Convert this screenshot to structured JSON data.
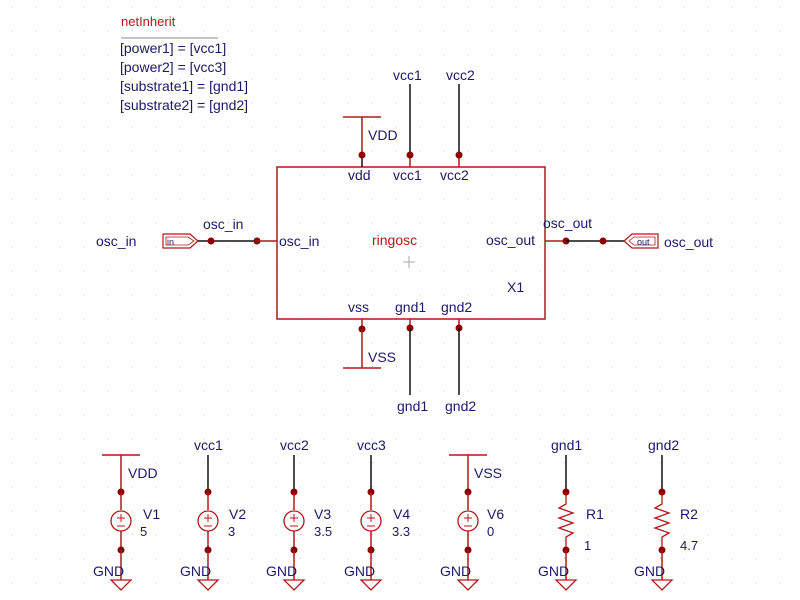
{
  "annotation": {
    "title": "netInherit",
    "lines": [
      "[power1] = [vcc1]",
      "[power2] = [vcc3]",
      "[substrate1] = [gnd1]",
      "[substrate2] = [gnd2]"
    ]
  },
  "block": {
    "cell_name": "ringosc",
    "instance": "X1",
    "pins": {
      "vdd": "vdd",
      "vcc1": "vcc1",
      "vcc2": "vcc2",
      "osc_in": "osc_in",
      "osc_out": "osc_out",
      "vss": "vss",
      "gnd1": "gnd1",
      "gnd2": "gnd2"
    }
  },
  "nets": {
    "vcc1": "vcc1",
    "vcc2": "vcc2",
    "vcc3": "vcc3",
    "gnd1": "gnd1",
    "gnd2": "gnd2",
    "osc_in": "osc_in",
    "osc_out": "osc_out"
  },
  "power": {
    "vdd": "VDD",
    "vss": "VSS",
    "gnd": "GND"
  },
  "ports": {
    "in": "in",
    "out": "out"
  },
  "sources": [
    {
      "name": "V1",
      "value": "5"
    },
    {
      "name": "V2",
      "value": "3"
    },
    {
      "name": "V3",
      "value": "3.5"
    },
    {
      "name": "V4",
      "value": "3.3"
    },
    {
      "name": "V6",
      "value": "0"
    }
  ],
  "resistors": [
    {
      "name": "R1",
      "value": "1"
    },
    {
      "name": "R2",
      "value": "4.7"
    }
  ],
  "colors": {
    "component": "#b01818",
    "wire": "#111111",
    "label": "#1a1a66",
    "junction": "#8b0000",
    "grid": "#c8c8c8"
  }
}
